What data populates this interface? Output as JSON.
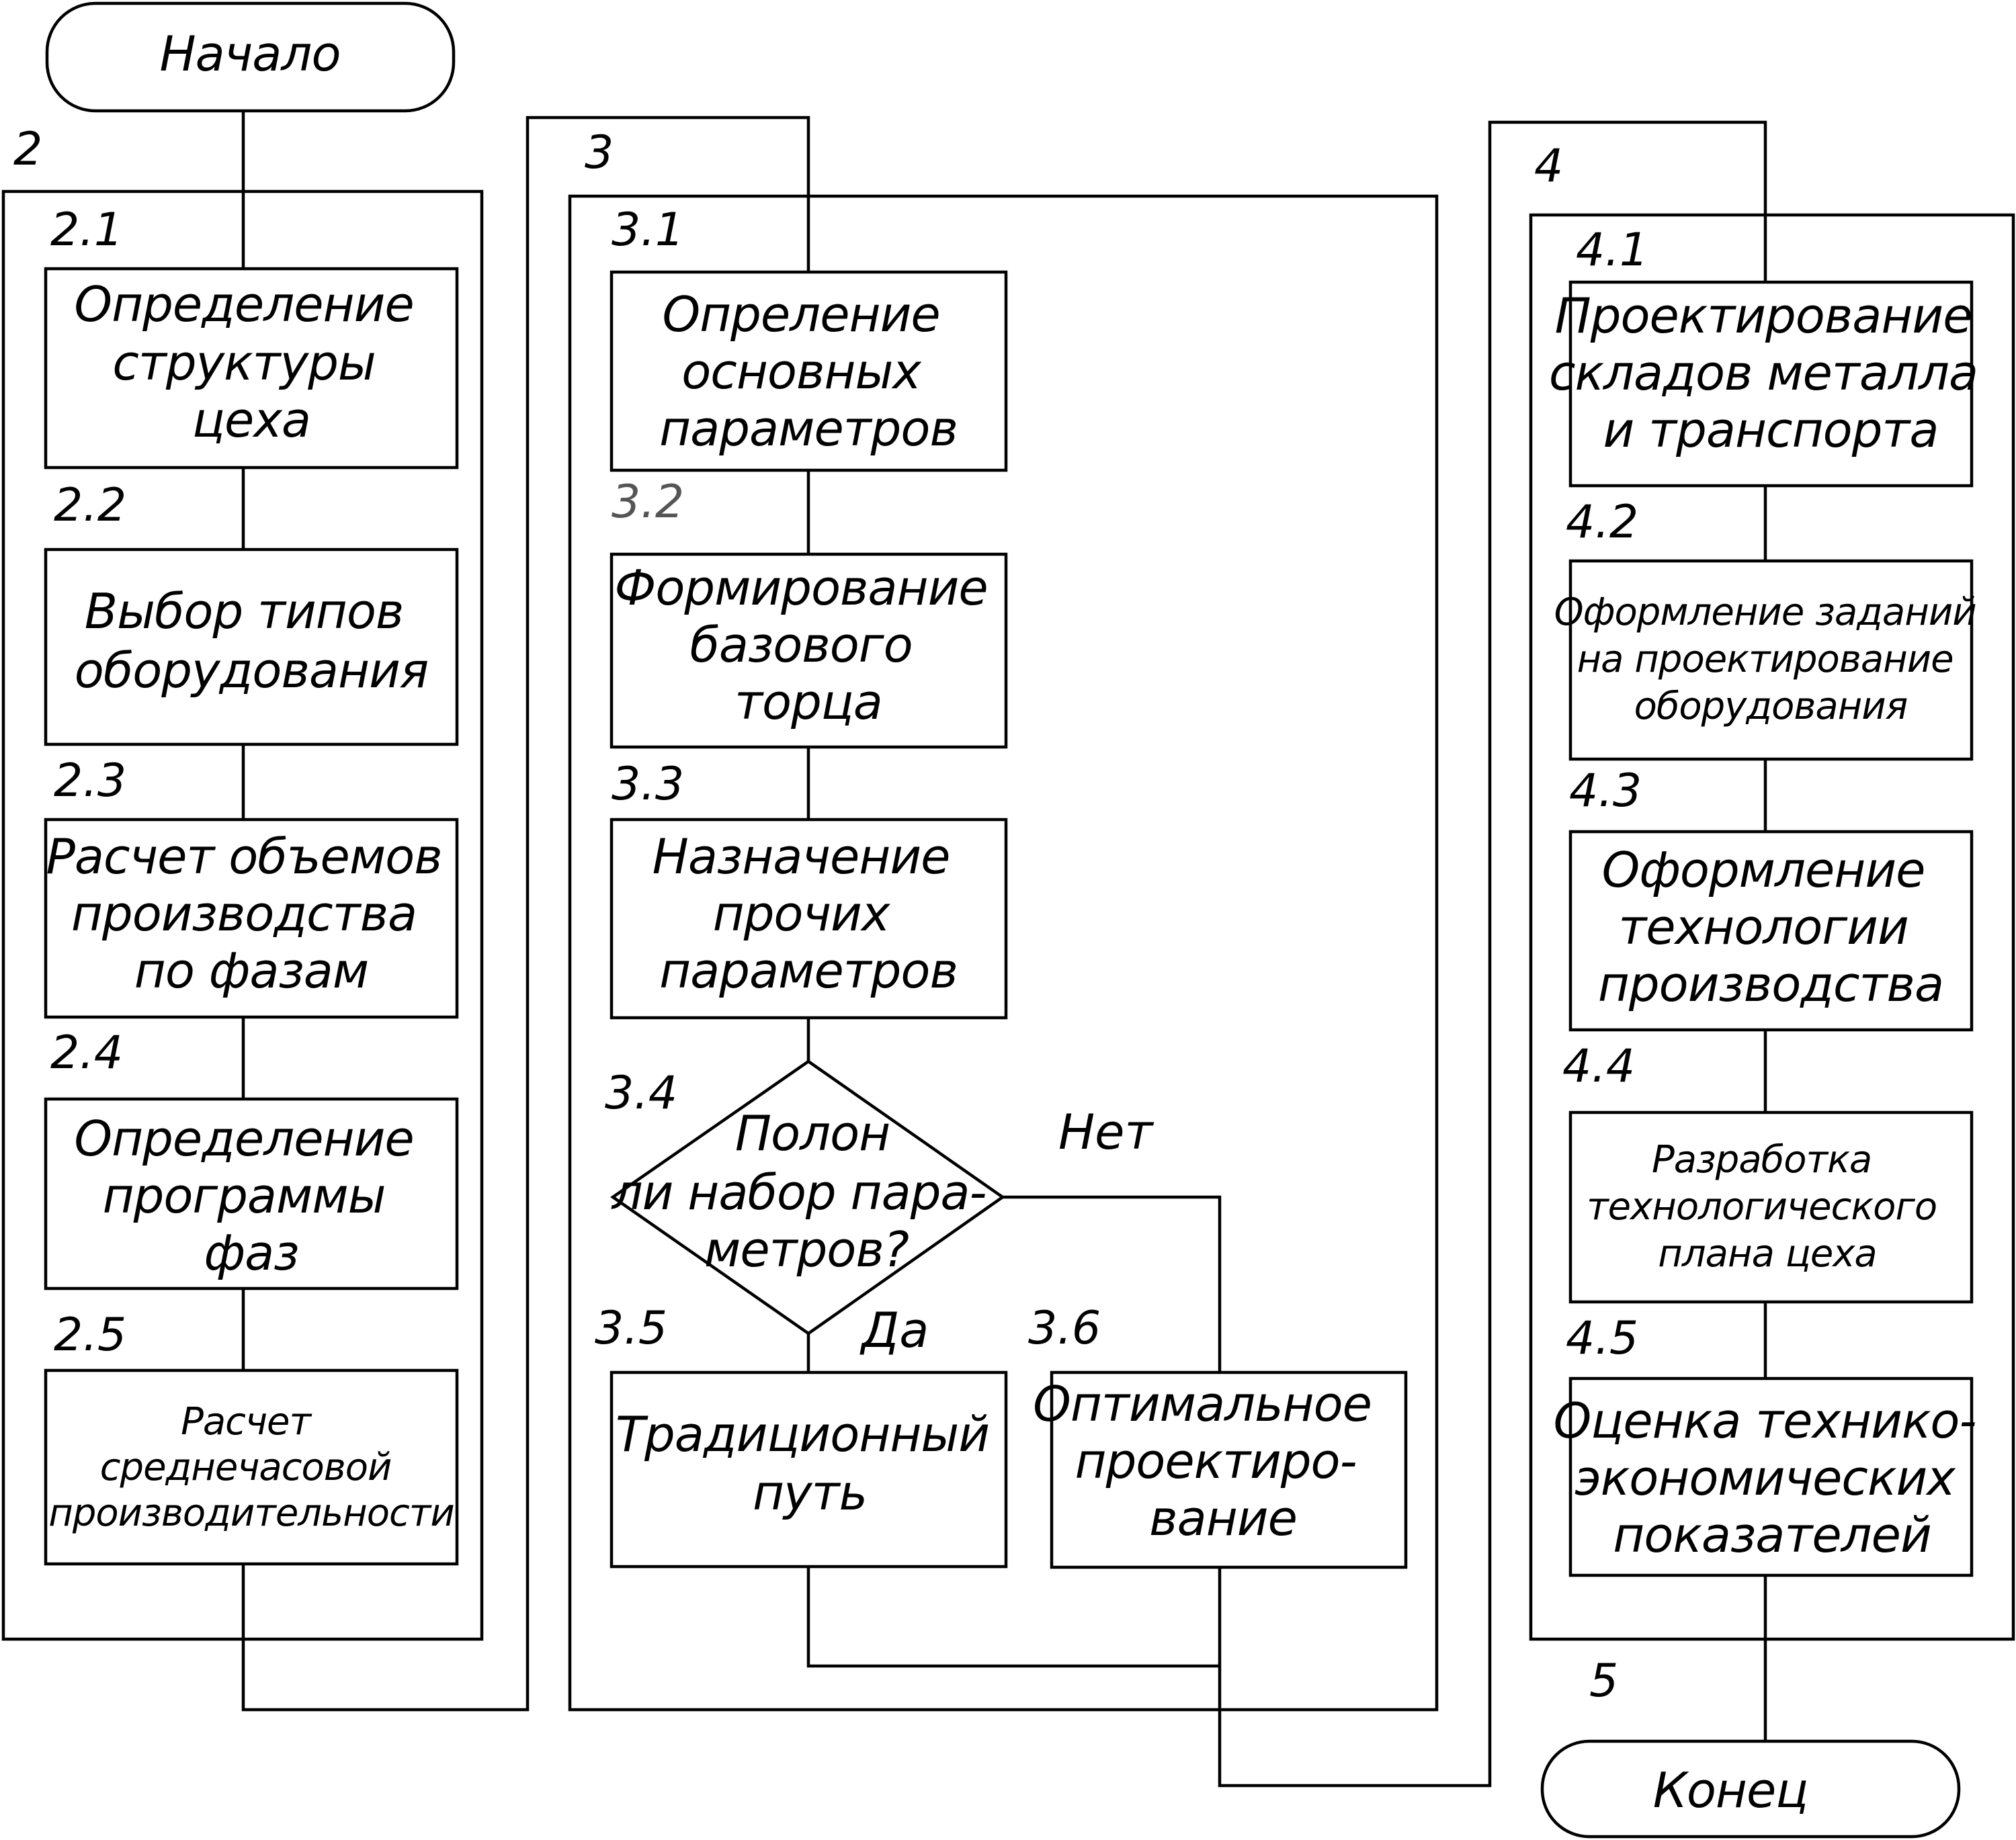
{
  "terminals": {
    "start": "Начало",
    "end": "Конец"
  },
  "groups": {
    "g2": "2",
    "g3": "3",
    "g4": "4",
    "g5": "5"
  },
  "steps": {
    "s2_1": {
      "num": "2.1",
      "lines": [
        "Определение",
        "структуры",
        "цеха"
      ]
    },
    "s2_2": {
      "num": "2.2",
      "lines": [
        "Выбор типов",
        "оборудования"
      ]
    },
    "s2_3": {
      "num": "2.3",
      "lines": [
        "Расчет объемов",
        "производства",
        "по фазам"
      ]
    },
    "s2_4": {
      "num": "2.4",
      "lines": [
        "Определение",
        "программы",
        "фаз"
      ]
    },
    "s2_5": {
      "num": "2.5",
      "lines": [
        "Расчет",
        "среднечасовой",
        "производительности"
      ]
    },
    "s3_1": {
      "num": "3.1",
      "lines": [
        "Опреление",
        "основных",
        "параметров"
      ]
    },
    "s3_2": {
      "num": "3.2",
      "lines": [
        "Формирование",
        "базового",
        "торца"
      ]
    },
    "s3_3": {
      "num": "3.3",
      "lines": [
        "Назначение",
        "прочих",
        "параметров"
      ]
    },
    "s3_4": {
      "num": "3.4",
      "lines": [
        "Полон",
        "ли набор пара-",
        "метров?"
      ]
    },
    "s3_5": {
      "num": "3.5",
      "lines": [
        "Традиционный",
        "путь"
      ]
    },
    "s3_6": {
      "num": "3.6",
      "lines": [
        "Оптимальное",
        "проектиро-",
        "вание"
      ]
    },
    "s4_1": {
      "num": "4.1",
      "lines": [
        "Проектирование",
        "складов металла",
        "и транспорта"
      ]
    },
    "s4_2": {
      "num": "4.2",
      "lines": [
        "Оформление заданий",
        "на проектирование",
        "оборудования"
      ]
    },
    "s4_3": {
      "num": "4.3",
      "lines": [
        "Оформление",
        "технологии",
        "производства"
      ]
    },
    "s4_4": {
      "num": "4.4",
      "lines": [
        "Разработка",
        "технологического",
        "плана цеха"
      ]
    },
    "s4_5": {
      "num": "4.5",
      "lines": [
        "Оценка технико-",
        "экономических",
        "показателей"
      ]
    }
  },
  "decision": {
    "no": "Нет",
    "yes": "Да"
  }
}
